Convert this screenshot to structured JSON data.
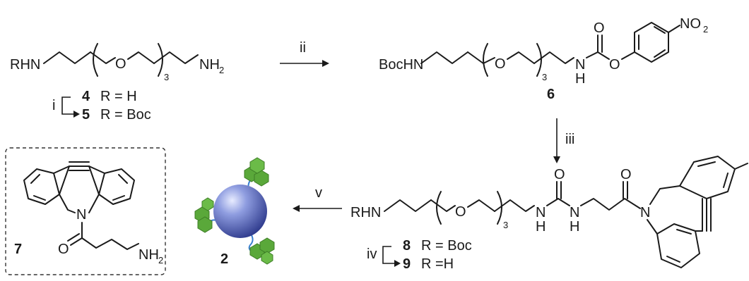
{
  "compound_4_5": {
    "prefix": "RHN",
    "oxygen": "O",
    "repeat": "3",
    "amine": "NH",
    "amine_sub": "2",
    "step": "i",
    "num_4": "4",
    "eq_4": "R = H",
    "num_5": "5",
    "eq_5": "R = Boc"
  },
  "arrow_ii": {
    "label": "ii"
  },
  "compound_6": {
    "prefix": "BocHN",
    "oxygen": "O",
    "repeat": "3",
    "nh_n": "N",
    "nh_h": "H",
    "carbonyl_o": "O",
    "ester_o": "O",
    "nitro": "NO",
    "nitro_sub": "2",
    "number": "6"
  },
  "arrow_iii": {
    "label": "iii"
  },
  "compound_8_9": {
    "prefix": "RHN",
    "oxygen": "O",
    "repeat": "3",
    "n1": "N",
    "h1": "H",
    "n2": "N",
    "h2": "H",
    "urea_o": "O",
    "amide_o": "O",
    "ring_n": "N",
    "step": "iv",
    "num_8": "8",
    "eq_8": "R = Boc",
    "num_9": "9",
    "eq_9": "R =H"
  },
  "arrow_v": {
    "label": "v"
  },
  "nanoparticle": {
    "number": "2",
    "sphere_color": "#5b6cc4",
    "ligand_color": "#5aa83a",
    "linker_color": "#3a7fd0"
  },
  "compound_7": {
    "number": "7",
    "n": "N",
    "o": "O",
    "amine": "NH",
    "amine_sub": "2"
  }
}
